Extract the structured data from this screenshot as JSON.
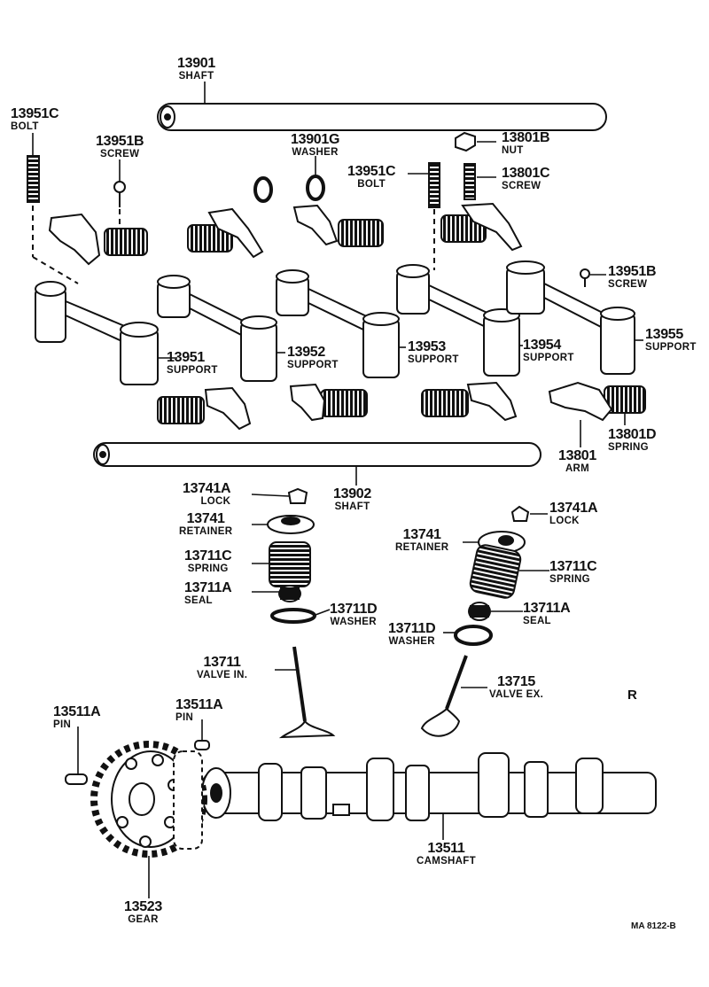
{
  "labels": {
    "shaft_upper": {
      "num": "13901",
      "name": "SHAFT"
    },
    "bolt_left": {
      "num": "13951C",
      "name": "BOLT"
    },
    "screw_left": {
      "num": "13951B",
      "name": "SCREW"
    },
    "washer_top": {
      "num": "13901G",
      "name": "WASHER"
    },
    "nut_top": {
      "num": "13801B",
      "name": "NUT"
    },
    "bolt_mid": {
      "num": "13951C",
      "name": "BOLT"
    },
    "screw_adjust": {
      "num": "13801C",
      "name": "SCREW"
    },
    "screw_right": {
      "num": "13951B",
      "name": "SCREW"
    },
    "support_1": {
      "num": "13951",
      "name": "SUPPORT"
    },
    "support_2": {
      "num": "13952",
      "name": "SUPPORT"
    },
    "support_3": {
      "num": "13953",
      "name": "SUPPORT"
    },
    "support_4": {
      "num": "13954",
      "name": "SUPPORT"
    },
    "support_5": {
      "num": "13955",
      "name": "SUPPORT"
    },
    "spring_arm": {
      "num": "13801D",
      "name": "SPRING"
    },
    "arm": {
      "num": "13801",
      "name": "ARM"
    },
    "shaft_lower": {
      "num": "13902",
      "name": "SHAFT"
    },
    "lock_in": {
      "num": "13741A",
      "name": "LOCK"
    },
    "retainer_in": {
      "num": "13741",
      "name": "RETAINER"
    },
    "spring_in": {
      "num": "13711C",
      "name": "SPRING"
    },
    "seal_in": {
      "num": "13711A",
      "name": "SEAL"
    },
    "washer_in": {
      "num": "13711D",
      "name": "WASHER"
    },
    "valve_in": {
      "num": "13711",
      "name": "VALVE IN."
    },
    "lock_ex": {
      "num": "13741A",
      "name": "LOCK"
    },
    "retainer_ex": {
      "num": "13741",
      "name": "RETAINER"
    },
    "spring_ex": {
      "num": "13711C",
      "name": "SPRING"
    },
    "seal_ex": {
      "num": "13711A",
      "name": "SEAL"
    },
    "washer_ex": {
      "num": "13711D",
      "name": "WASHER"
    },
    "valve_ex": {
      "num": "13715",
      "name": "VALVE EX."
    },
    "pin_left": {
      "num": "13511A",
      "name": "PIN"
    },
    "pin_mid": {
      "num": "13511A",
      "name": "PIN"
    },
    "camshaft": {
      "num": "13511",
      "name": "CAMSHAFT"
    },
    "gear": {
      "num": "13523",
      "name": "GEAR"
    }
  },
  "marks": {
    "region": "R",
    "drawing_code": "MA 8122-B"
  }
}
